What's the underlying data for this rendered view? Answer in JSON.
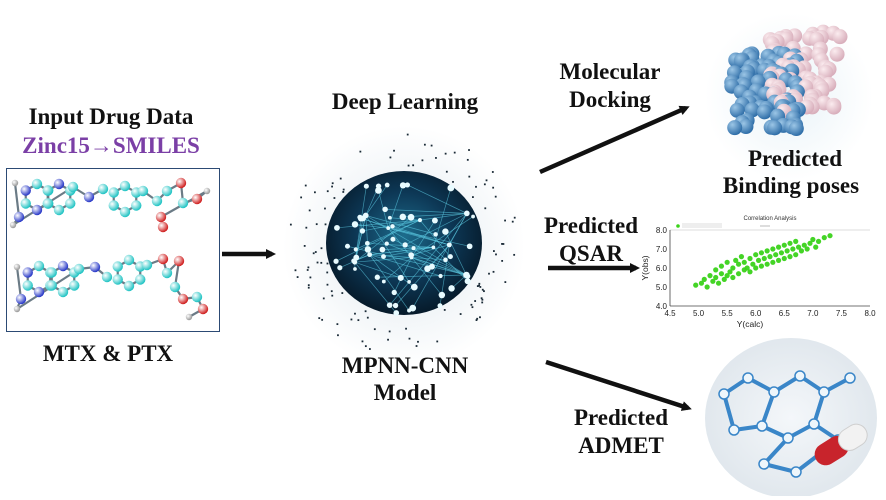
{
  "input": {
    "title": "Input Drug Data",
    "source": "Zinc15→SMILES",
    "drugs": "MTX & PTX"
  },
  "model": {
    "heading": "Deep Learning",
    "name_line1": "MPNN-CNN",
    "name_line2": "Model"
  },
  "outputs": {
    "docking_line1": "Molecular",
    "docking_line2": "Docking",
    "binding_line1": "Predicted",
    "binding_line2": "Binding poses",
    "qsar_line1": "Predicted",
    "qsar_line2": "QSAR",
    "admet_line1": "Predicted",
    "admet_line2": "ADMET"
  },
  "colors": {
    "accent_purple": "#7b3fa6",
    "arrow": "#111111",
    "atom_carbon": "#22c4c4",
    "atom_nitrogen": "#2a3ac8",
    "atom_oxygen": "#d02020",
    "atom_hydrogen": "#999999",
    "scatter_point": "#3ad21a",
    "protein_blue": "#2f6ea8",
    "protein_pink": "#d8aebb"
  },
  "chart_data": {
    "type": "scatter",
    "title": "Correlation Analysis",
    "xlabel": "Y(calc)",
    "ylabel": "Y(obs)",
    "xlim": [
      4.5,
      8.0
    ],
    "ylim": [
      4.0,
      8.0
    ],
    "x_ticks": [
      "4.5",
      "5.0",
      "5.5",
      "6.0",
      "6.5",
      "7.0",
      "7.5",
      "8.0"
    ],
    "y_ticks": [
      "4.0",
      "5.0",
      "6.0",
      "7.0",
      "8.0"
    ],
    "grid": false,
    "legend_placement": "top-left",
    "series": [
      {
        "x": [
          4.95,
          5.05,
          5.1,
          5.15,
          5.2,
          5.25,
          5.3,
          5.3,
          5.35,
          5.4,
          5.4,
          5.45,
          5.5,
          5.5,
          5.55,
          5.6,
          5.6,
          5.65,
          5.7,
          5.7,
          5.75,
          5.8,
          5.8,
          5.85,
          5.9,
          5.9,
          5.95,
          6.0,
          6.0,
          6.05,
          6.1,
          6.1,
          6.15,
          6.2,
          6.2,
          6.25,
          6.3,
          6.3,
          6.35,
          6.4,
          6.4,
          6.45,
          6.5,
          6.5,
          6.55,
          6.6,
          6.6,
          6.65,
          6.7,
          6.7,
          6.75,
          6.8,
          6.85,
          6.9,
          6.95,
          7.0,
          7.05,
          7.1,
          7.2,
          7.3
        ],
        "y": [
          5.1,
          5.2,
          5.4,
          5.0,
          5.6,
          5.3,
          5.5,
          5.9,
          5.2,
          5.7,
          6.1,
          5.4,
          5.6,
          6.3,
          5.8,
          5.5,
          6.0,
          6.4,
          5.7,
          6.2,
          6.6,
          5.9,
          6.3,
          6.0,
          5.8,
          6.5,
          6.2,
          6.0,
          6.7,
          6.4,
          6.1,
          6.8,
          6.5,
          6.2,
          6.9,
          6.6,
          6.3,
          7.0,
          6.7,
          6.4,
          7.1,
          6.8,
          6.5,
          7.2,
          6.9,
          6.6,
          7.3,
          7.0,
          6.7,
          7.4,
          7.1,
          6.9,
          7.2,
          7.0,
          7.3,
          7.5,
          7.1,
          7.4,
          7.6,
          7.7
        ]
      }
    ]
  }
}
